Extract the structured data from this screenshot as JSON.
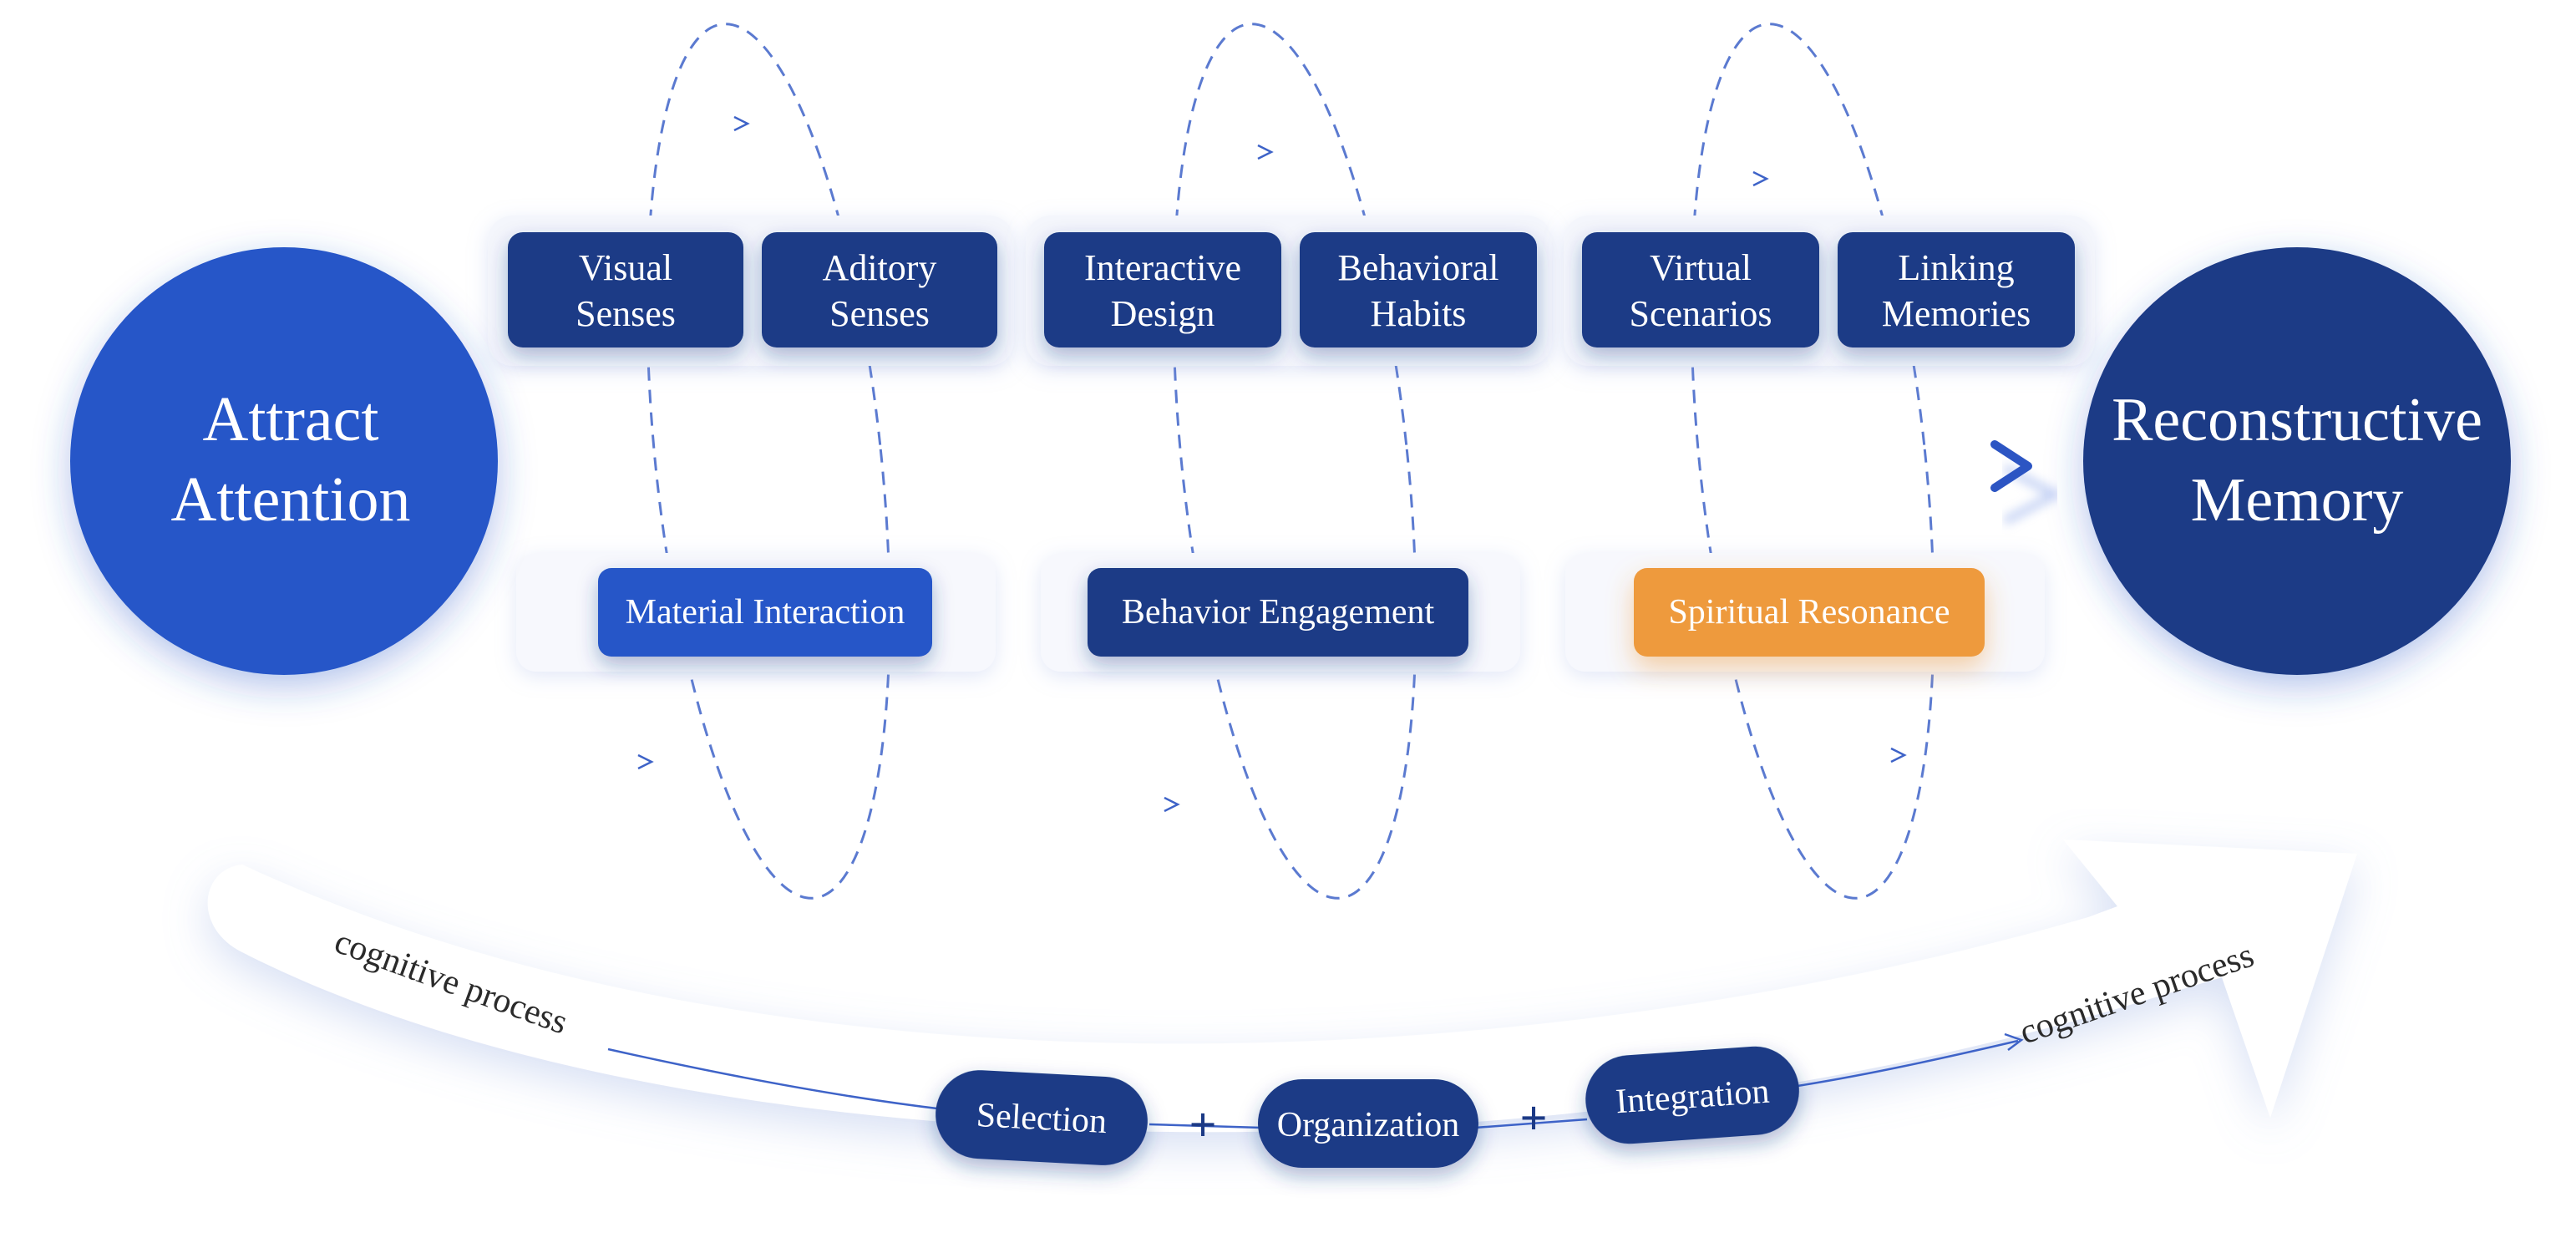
{
  "colors": {
    "royal_blue": "#2557C8",
    "navy": "#1C3A86",
    "orange": "#EE9A3C",
    "panel": "#F4F6FC",
    "arrow_blue": "#2C55C3",
    "dash_blue": "#3E63C8",
    "text_white": "#FFFFFF",
    "text_dark": "#2A2A2A"
  },
  "start_node": {
    "line1": "Attract",
    "line2": "Attention"
  },
  "end_node": {
    "line1": "Reconstructive",
    "line2": "Memory"
  },
  "sense_groups": [
    {
      "boxes": [
        {
          "line1": "Visual",
          "line2": "Senses"
        },
        {
          "line1": "Aditory",
          "line2": "Senses"
        }
      ],
      "stage_label": "Material Interaction",
      "stage_color": "royal_blue"
    },
    {
      "boxes": [
        {
          "line1": "Interactive",
          "line2": "Design"
        },
        {
          "line1": "Behavioral",
          "line2": "Habits"
        }
      ],
      "stage_label": "Behavior Engagement",
      "stage_color": "navy"
    },
    {
      "boxes": [
        {
          "line1": "Virtual",
          "line2": "Scenarios"
        },
        {
          "line1": "Linking",
          "line2": "Memories"
        }
      ],
      "stage_label": "Spiritual Resonance",
      "stage_color": "orange"
    }
  ],
  "cognitive": {
    "left_label": "cognitive process",
    "right_label": "cognitive process",
    "steps": [
      "Selection",
      "Organization",
      "Integration"
    ],
    "operator": "+"
  }
}
